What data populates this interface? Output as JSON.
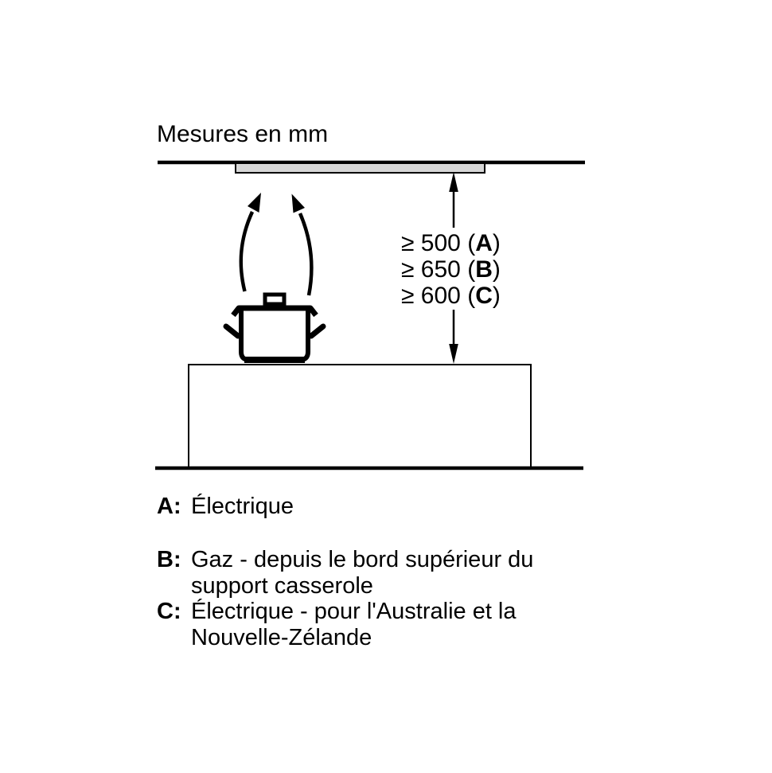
{
  "title": "Mesures en mm",
  "colors": {
    "line": "#000000",
    "hood_fill": "#d6d6d6",
    "background": "#ffffff"
  },
  "measurements": {
    "rows": [
      {
        "pre": "≥ 500 (",
        "letter": "A",
        "post": ")"
      },
      {
        "pre": "≥ 650 (",
        "letter": "B",
        "post": ")"
      },
      {
        "pre": "≥ 600 (",
        "letter": "C",
        "post": ")"
      }
    ]
  },
  "legend": {
    "items": [
      {
        "letter": "A:",
        "lines": [
          "Électrique"
        ]
      },
      {
        "letter": "B:",
        "lines": [
          "Gaz - depuis le bord supérieur du",
          "support casserole"
        ]
      },
      {
        "letter": "C:",
        "lines": [
          "Électrique - pour l'Australie et la",
          "Nouvelle-Zélande"
        ]
      }
    ]
  }
}
